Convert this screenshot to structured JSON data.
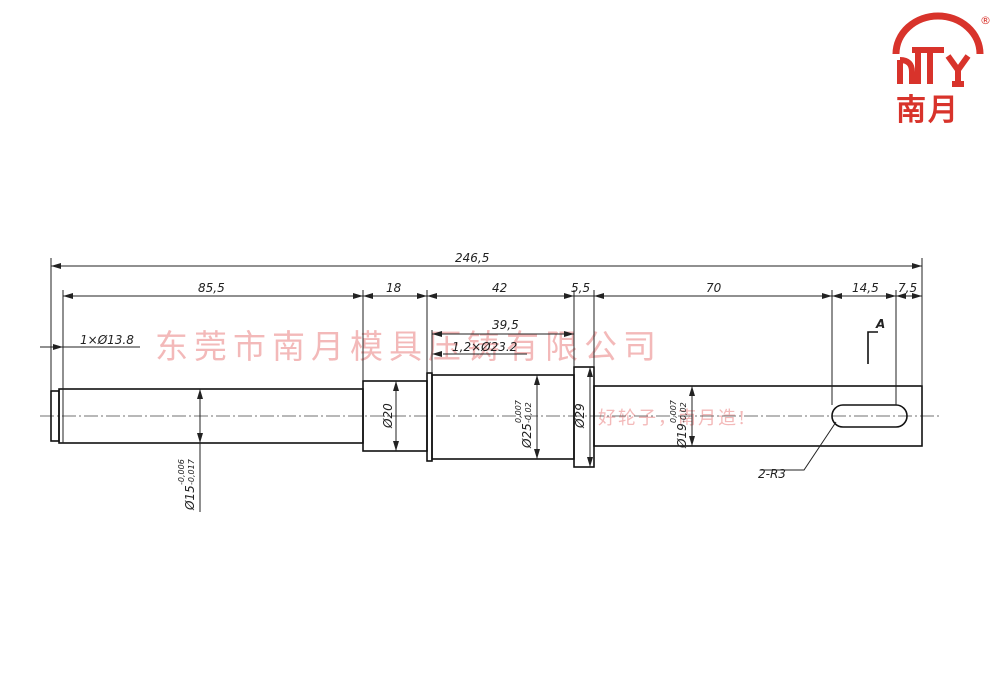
{
  "brand": {
    "name": "南月",
    "registered_mark": "®",
    "color": "#d8332b"
  },
  "watermark": {
    "company": "东莞市南月模具压铸有限公司",
    "slogan": "好轮子，南月造!",
    "color": "#f3b9b9"
  },
  "drawing": {
    "overall_length": "246,5",
    "segments": {
      "s1": "85,5",
      "s2": "18",
      "s3": "42",
      "s4": "5,5",
      "s5": "70",
      "s6": "14,5",
      "s7": "7,5"
    },
    "sub_dim": "39,5",
    "chamfer_left": "1×Ø13.8",
    "chamfer_groove": "1,2×Ø23.2",
    "diameters": {
      "d15": {
        "base": "Ø15",
        "upper": "-0,006",
        "lower": "-0,017"
      },
      "d20": "Ø20",
      "d25": {
        "base": "Ø25",
        "upper": "0,007",
        "lower": "-0,02"
      },
      "d29": "Ø29",
      "d19": {
        "base": "Ø19",
        "upper": "0,007",
        "lower": "-0,02"
      }
    },
    "section_label": "A",
    "radius_note": "2-R3"
  }
}
